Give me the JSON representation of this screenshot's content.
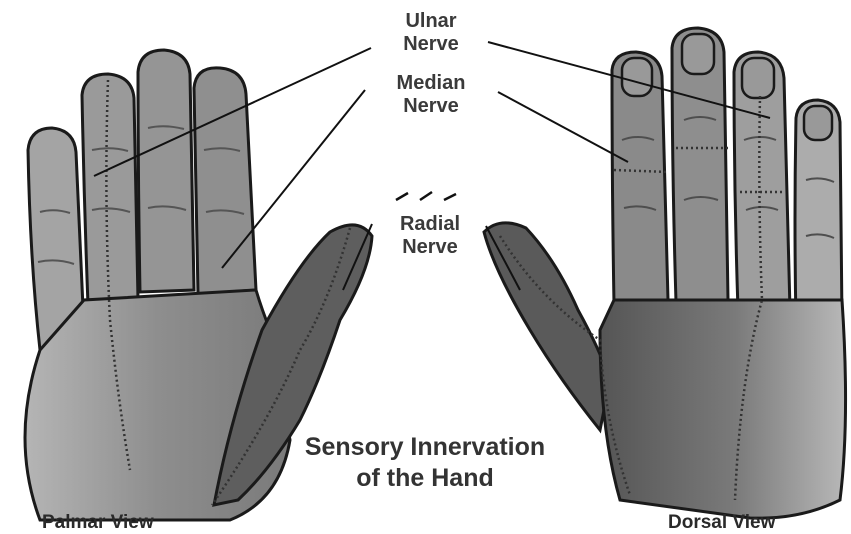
{
  "labels": {
    "ulnar": [
      "Ulnar",
      "Nerve"
    ],
    "median": [
      "Median",
      "Nerve"
    ],
    "radial": [
      "Radial",
      "Nerve"
    ]
  },
  "title": [
    "Sensory Innervation",
    "of the Hand"
  ],
  "views": {
    "palmar": "Palmar View",
    "dorsal": "Dorsal View"
  },
  "colors": {
    "skin_light": "#a9a9a9",
    "skin_mid": "#8c8c8c",
    "skin_dark": "#6e6e6e",
    "radial_region": "#5e5e5e",
    "outline": "#1a1a1a",
    "leader_line": "#111111"
  }
}
